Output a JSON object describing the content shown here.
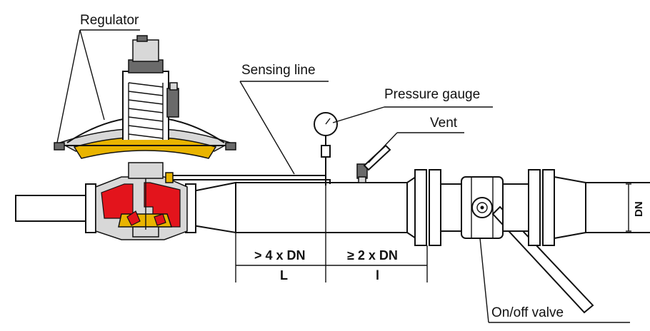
{
  "labels": {
    "regulator": "Regulator",
    "sensing_line": "Sensing line",
    "pressure_gauge": "Pressure gauge",
    "vent": "Vent",
    "on_off_valve": "On/off valve"
  },
  "dimensions": {
    "upstream_rule": "> 4 x DN",
    "upstream_symbol": "L",
    "downstream_rule": "≥ 2 x DN",
    "downstream_symbol": "l",
    "pipe_size": "DN"
  },
  "colors": {
    "body_red": "#e3141c",
    "diaphragm_yellow": "#e9b400"
  }
}
